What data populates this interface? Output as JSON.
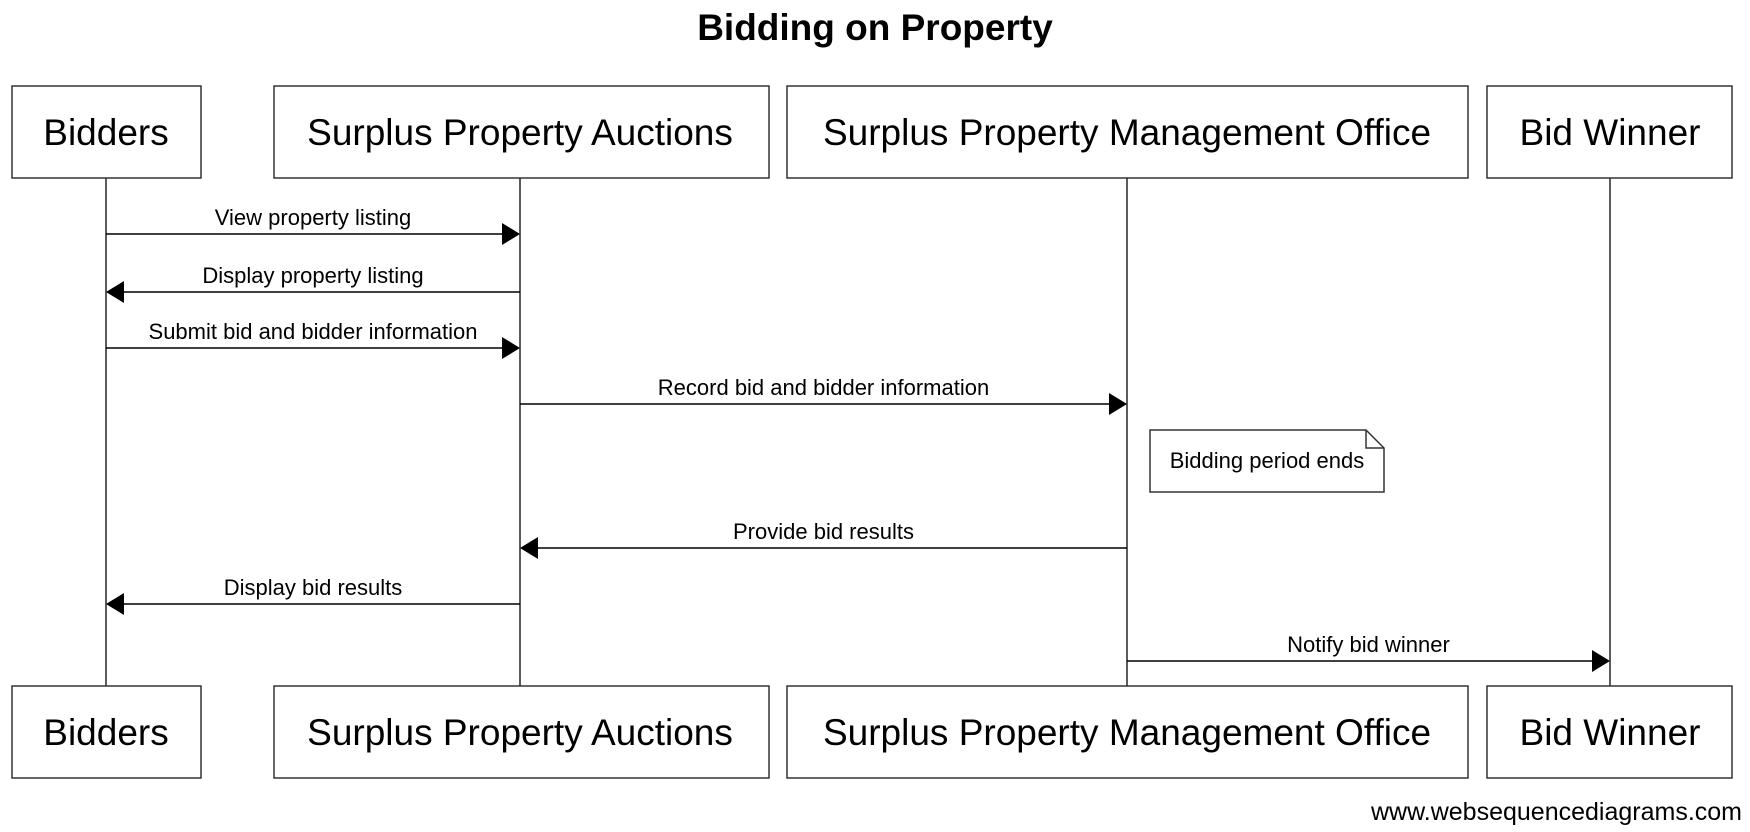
{
  "title": "Bidding on Property",
  "actors": [
    {
      "id": "bidders",
      "label": "Bidders"
    },
    {
      "id": "spa",
      "label": "Surplus Property Auctions"
    },
    {
      "id": "spmo",
      "label": "Surplus Property Management Office"
    },
    {
      "id": "winner",
      "label": "Bid Winner"
    }
  ],
  "messages": [
    {
      "from": "bidders",
      "to": "spa",
      "label": "View property listing"
    },
    {
      "from": "spa",
      "to": "bidders",
      "label": "Display property listing"
    },
    {
      "from": "bidders",
      "to": "spa",
      "label": "Submit bid and bidder information"
    },
    {
      "from": "spa",
      "to": "spmo",
      "label": "Record bid and bidder information"
    },
    {
      "from": "spmo",
      "to": "spa",
      "label": "Provide bid results"
    },
    {
      "from": "spa",
      "to": "bidders",
      "label": "Display bid results"
    },
    {
      "from": "spmo",
      "to": "winner",
      "label": "Notify bid winner"
    }
  ],
  "notes": [
    {
      "over": "spmo",
      "label": "Bidding period ends"
    }
  ],
  "watermark": "www.websequencediagrams.com"
}
